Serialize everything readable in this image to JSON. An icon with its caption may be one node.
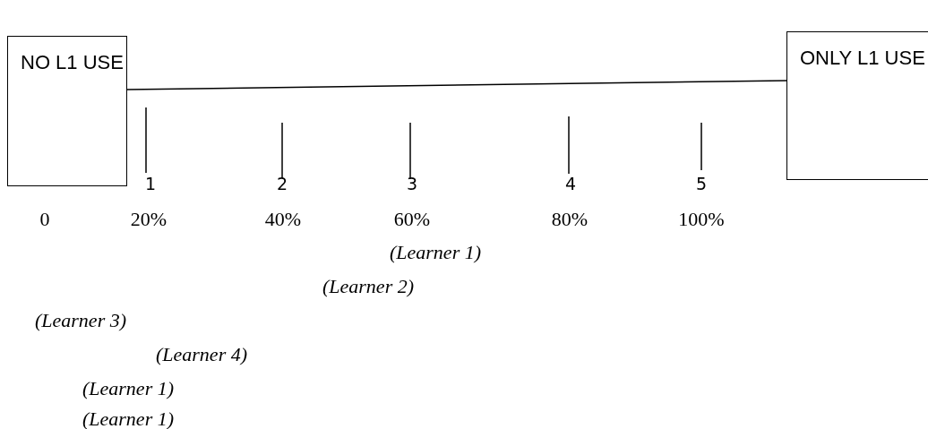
{
  "diagram": {
    "nodes": [
      {
        "text": [
          "NO  L1 USE"
        ]
      },
      {
        "text": [
          "ONLY L1 USE"
        ]
      }
    ],
    "edges": [
      {
        "from": 0,
        "to": 1,
        "arrow": "none"
      }
    ],
    "labels": [
      "1",
      "2",
      "3",
      "4",
      "5",
      "0",
      "20%",
      "40%",
      "60%",
      "80%",
      "100%",
      "(Learner 1)",
      "(Learner 2)",
      "(Learner 3)",
      "(Learner 4)",
      "(Learner 1)",
      "(Learner 1)"
    ]
  }
}
